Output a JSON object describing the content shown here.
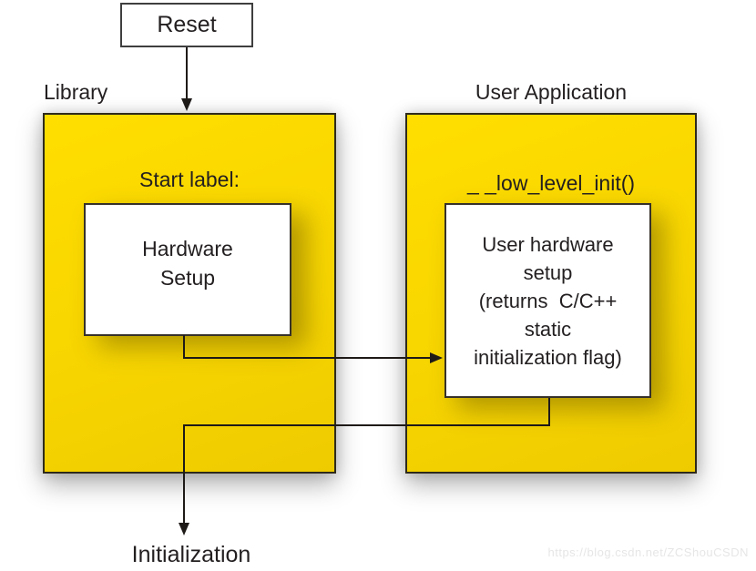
{
  "diagram": {
    "reset_label": "Reset",
    "library": {
      "title": "Library",
      "start_label": "Start label:",
      "hardware_setup_text": "Hardware\nSetup"
    },
    "user_application": {
      "title": "User Application",
      "function_label": "_ _low_level_init()",
      "user_hardware_setup_text": "User hardware\nsetup\n(returns  C/C++\nstatic\ninitialization flag)"
    },
    "initialization_label": "Initialization",
    "watermark": "https://blog.csdn.net/ZCShouCSDN",
    "colors": {
      "panel_fill": "#F7D500",
      "panel_border": "#2E2A1B",
      "line_color": "#1E1A18",
      "text_color": "#231F20",
      "watermark_color": "#E6E6E6"
    }
  }
}
